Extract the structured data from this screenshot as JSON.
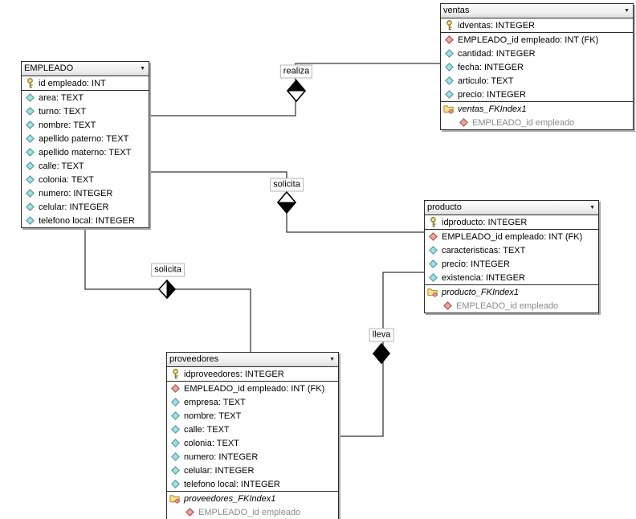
{
  "diagram": {
    "type": "er-diagram",
    "background": "#ffffff",
    "connector_color": "#000000",
    "label_border_color": "#b4b4b4",
    "index_column_text_color": "#8a8a8a"
  },
  "colors": {
    "attribute_icon_fill": "#a5e0e5",
    "attribute_icon_stroke": "#4f9ba1",
    "fk_icon_fill": "#eda69e",
    "fk_icon_stroke": "#a9564d",
    "key_icon_fill": "#f2e08a",
    "key_icon_stroke": "#8d7b2f",
    "folder_icon_fill": "#f9e08e",
    "folder_icon_stroke": "#ad8a35"
  },
  "tables": [
    {
      "id": "EMPLEADO",
      "title": "EMPLEADO",
      "header_arrow": "▼",
      "columns": [
        {
          "type": "pk",
          "icon": "key-icon",
          "label": "id empleado: INT"
        },
        {
          "type": "attr",
          "icon": "attribute-diamond-icon",
          "label": "area: TEXT",
          "sep": true
        },
        {
          "type": "attr",
          "icon": "attribute-diamond-icon",
          "label": "turno: TEXT"
        },
        {
          "type": "attr",
          "icon": "attribute-diamond-icon",
          "label": "nombre: TEXT"
        },
        {
          "type": "attr",
          "icon": "attribute-diamond-icon",
          "label": "apellido paterno: TEXT"
        },
        {
          "type": "attr",
          "icon": "attribute-diamond-icon",
          "label": "apellido materno: TEXT"
        },
        {
          "type": "attr",
          "icon": "attribute-diamond-icon",
          "label": "calle: TEXT"
        },
        {
          "type": "attr",
          "icon": "attribute-diamond-icon",
          "label": "colonia: TEXT"
        },
        {
          "type": "attr",
          "icon": "attribute-diamond-icon",
          "label": "numero: INTEGER"
        },
        {
          "type": "attr",
          "icon": "attribute-diamond-icon",
          "label": "celular: INTEGER"
        },
        {
          "type": "attr",
          "icon": "attribute-diamond-icon",
          "label": "telefono local: INTEGER"
        }
      ]
    },
    {
      "id": "ventas",
      "title": "ventas",
      "header_arrow": "▼",
      "columns": [
        {
          "type": "pk",
          "icon": "key-icon",
          "label": "idventas: INTEGER"
        },
        {
          "type": "fk",
          "icon": "fk-diamond-icon",
          "label": "EMPLEADO_id empleado: INT (FK)",
          "sep": true
        },
        {
          "type": "attr",
          "icon": "attribute-diamond-icon",
          "label": "cantidad: INTEGER"
        },
        {
          "type": "attr",
          "icon": "attribute-diamond-icon",
          "label": "fecha: INTEGER"
        },
        {
          "type": "attr",
          "icon": "attribute-diamond-icon",
          "label": "articulo: TEXT"
        },
        {
          "type": "attr",
          "icon": "attribute-diamond-icon",
          "label": "precio: INTEGER"
        },
        {
          "type": "index",
          "icon": "index-folder-icon",
          "label": "ventas_FKIndex1",
          "sep": true
        },
        {
          "type": "index-col",
          "icon": "index-fk-diamond-icon",
          "label": "EMPLEADO_id empleado"
        }
      ]
    },
    {
      "id": "producto",
      "title": "producto",
      "header_arrow": "▼",
      "columns": [
        {
          "type": "pk",
          "icon": "key-icon",
          "label": "idproducto: INTEGER"
        },
        {
          "type": "fk",
          "icon": "fk-diamond-icon",
          "label": "EMPLEADO_id empleado: INT (FK)",
          "sep": true
        },
        {
          "type": "attr",
          "icon": "attribute-diamond-icon",
          "label": "caracteristicas: TEXT"
        },
        {
          "type": "attr",
          "icon": "attribute-diamond-icon",
          "label": "precio: INTEGER"
        },
        {
          "type": "attr",
          "icon": "attribute-diamond-icon",
          "label": "existencia: INTEGER"
        },
        {
          "type": "index",
          "icon": "index-folder-icon",
          "label": "producto_FKIndex1",
          "sep": true
        },
        {
          "type": "index-col",
          "icon": "index-fk-diamond-icon",
          "label": "EMPLEADO_id empleado"
        }
      ]
    },
    {
      "id": "proveedores",
      "title": "proveedores",
      "header_arrow": "▼",
      "columns": [
        {
          "type": "pk",
          "icon": "key-icon",
          "label": "idproveedores: INTEGER"
        },
        {
          "type": "fk",
          "icon": "fk-diamond-icon",
          "label": "EMPLEADO_id empleado: INT (FK)",
          "sep": true
        },
        {
          "type": "attr",
          "icon": "attribute-diamond-icon",
          "label": "empresa: TEXT"
        },
        {
          "type": "attr",
          "icon": "attribute-diamond-icon",
          "label": "nombre: TEXT"
        },
        {
          "type": "attr",
          "icon": "attribute-diamond-icon",
          "label": "calle: TEXT"
        },
        {
          "type": "attr",
          "icon": "attribute-diamond-icon",
          "label": "colonia: TEXT"
        },
        {
          "type": "attr",
          "icon": "attribute-diamond-icon",
          "label": "numero: INTEGER"
        },
        {
          "type": "attr",
          "icon": "attribute-diamond-icon",
          "label": "celular: INTEGER"
        },
        {
          "type": "attr",
          "icon": "attribute-diamond-icon",
          "label": "telefono local: INTEGER"
        },
        {
          "type": "index",
          "icon": "index-folder-icon",
          "label": "proveedores_FKIndex1",
          "sep": true
        },
        {
          "type": "index-col",
          "icon": "index-fk-diamond-icon",
          "label": "EMPLEADO_id empleado"
        }
      ]
    }
  ],
  "relationships": [
    {
      "label": "realiza",
      "from": "EMPLEADO",
      "to": "ventas",
      "diamond": "top-half-filled"
    },
    {
      "label": "solicita",
      "from": "EMPLEADO",
      "to": "producto",
      "diamond": "bottom-half-filled"
    },
    {
      "label": "solicita",
      "from": "EMPLEADO",
      "to": "proveedores",
      "diamond": "right-half-filled"
    },
    {
      "label": "lleva",
      "from": "producto",
      "to": "proveedores",
      "diamond": "filled"
    }
  ]
}
